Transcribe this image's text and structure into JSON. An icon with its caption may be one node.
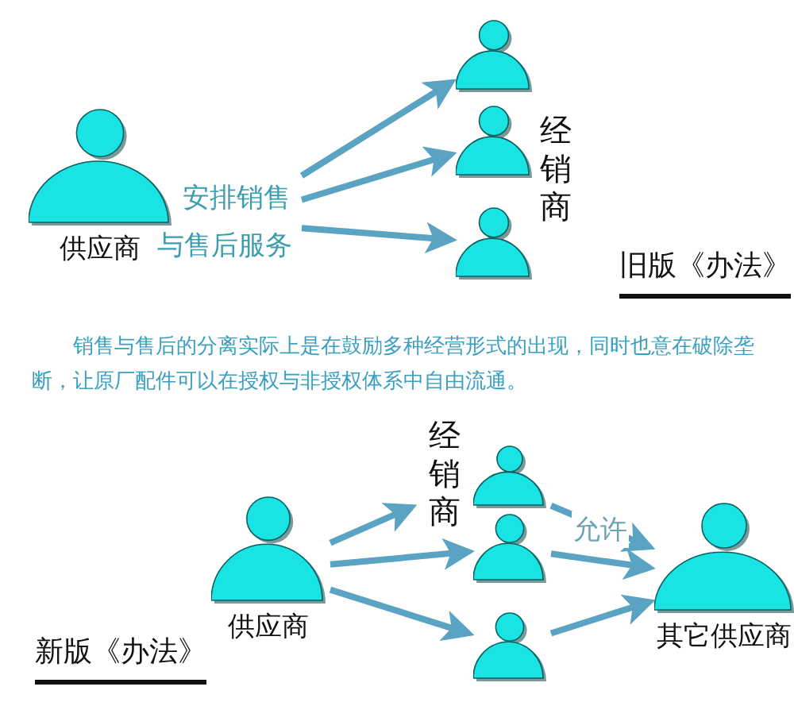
{
  "diagram": {
    "nodes": [
      {
        "text": [
          "供应商"
        ]
      },
      {
        "text": [
          "安排销售与售后服务"
        ]
      },
      {
        "text": [],
        "shape": "person"
      },
      {
        "text": [],
        "shape": "person"
      },
      {
        "text": [],
        "shape": "person"
      },
      {
        "text": [
          "供应商"
        ]
      },
      {
        "text": [],
        "shape": "person"
      },
      {
        "text": [],
        "shape": "person"
      },
      {
        "text": [],
        "shape": "person"
      },
      {
        "text": [
          "其它供应商"
        ]
      }
    ],
    "edges": [
      {
        "from": 1,
        "to": 2,
        "arrow": "to"
      },
      {
        "from": 1,
        "to": 3,
        "arrow": "to"
      },
      {
        "from": 1,
        "to": 4,
        "arrow": "to"
      },
      {
        "from": 5,
        "to": 6,
        "arrow": "to"
      },
      {
        "from": 5,
        "to": 7,
        "arrow": "to"
      },
      {
        "from": 5,
        "to": 8,
        "arrow": "to"
      },
      {
        "from": 6,
        "to": 9,
        "arrow": "to"
      },
      {
        "from": 7,
        "to": 9,
        "label": "允许",
        "arrow": "to"
      },
      {
        "from": 8,
        "to": 9,
        "arrow": "to"
      }
    ],
    "labels": [
      "经销商",
      "旧版《办法》",
      "销售与售后的分离实际上是在鼓励多种经营形式的出现，同时也意在破除垄断，让原厂配件可以在授权与非授权体系中自由流通。",
      "经销商",
      "新版《办法》"
    ]
  }
}
